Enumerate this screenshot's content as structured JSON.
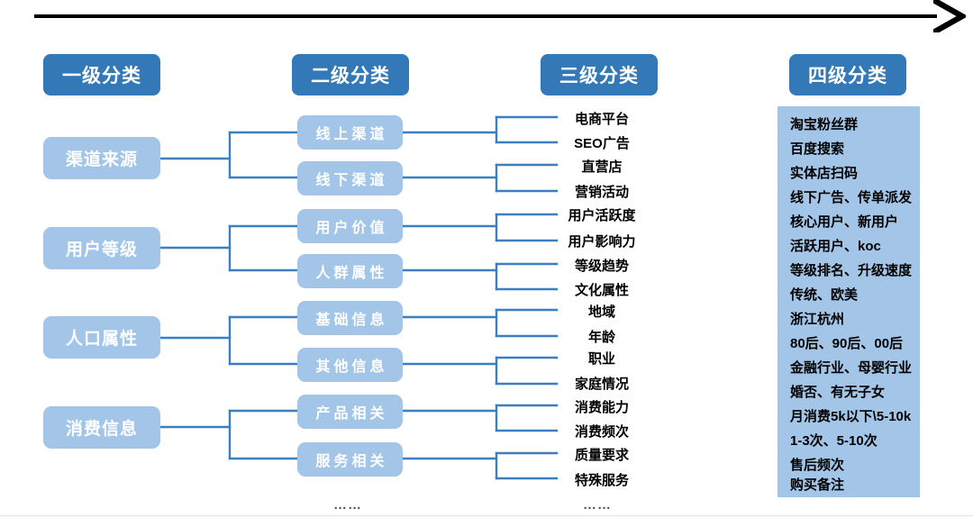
{
  "diagram": {
    "title_arrow": "progression-arrow",
    "colors": {
      "header_blue": "#3479B7",
      "box_light_blue": "#A3C6E8",
      "connector_blue": "#3C7FC0",
      "text_dark": "#000000",
      "arrow_black": "#000000"
    },
    "headers": [
      {
        "label": "一级分类"
      },
      {
        "label": "二级分类"
      },
      {
        "label": "三级分类"
      },
      {
        "label": "四级分类"
      }
    ],
    "level1": [
      {
        "label": "渠道来源"
      },
      {
        "label": "用户等级"
      },
      {
        "label": "人口属性"
      },
      {
        "label": "消费信息"
      }
    ],
    "level2": [
      {
        "label": "线上渠道"
      },
      {
        "label": "线下渠道"
      },
      {
        "label": "用户价值"
      },
      {
        "label": "人群属性"
      },
      {
        "label": "基础信息"
      },
      {
        "label": "其他信息"
      },
      {
        "label": "产品相关"
      },
      {
        "label": "服务相关"
      }
    ],
    "level3": [
      {
        "label": "电商平台"
      },
      {
        "label": "SEO广告"
      },
      {
        "label": "直营店"
      },
      {
        "label": "营销活动"
      },
      {
        "label": "用户活跃度"
      },
      {
        "label": "用户影响力"
      },
      {
        "label": "等级趋势"
      },
      {
        "label": "文化属性"
      },
      {
        "label": "地域"
      },
      {
        "label": "年龄"
      },
      {
        "label": "职业"
      },
      {
        "label": "家庭情况"
      },
      {
        "label": "消费能力"
      },
      {
        "label": "消费频次"
      },
      {
        "label": "质量要求"
      },
      {
        "label": "特殊服务"
      }
    ],
    "level4": [
      {
        "label": "淘宝粉丝群"
      },
      {
        "label": "百度搜索"
      },
      {
        "label": "实体店扫码"
      },
      {
        "label": "线下广告、传单派发"
      },
      {
        "label": "核心用户、新用户"
      },
      {
        "label": "活跃用户、koc"
      },
      {
        "label": "等级排名、升级速度"
      },
      {
        "label": "传统、欧美"
      },
      {
        "label": "浙江杭州"
      },
      {
        "label": "80后、90后、00后"
      },
      {
        "label": "金融行业、母婴行业"
      },
      {
        "label": "婚否、有无子女"
      },
      {
        "label": "月消费5k以下\\5-10k"
      },
      {
        "label": "1-3次、5-10次"
      },
      {
        "label": "售后频次"
      },
      {
        "label": "购买备注"
      }
    ],
    "ellipsis": [
      {
        "label": "……"
      },
      {
        "label": "……"
      }
    ]
  }
}
